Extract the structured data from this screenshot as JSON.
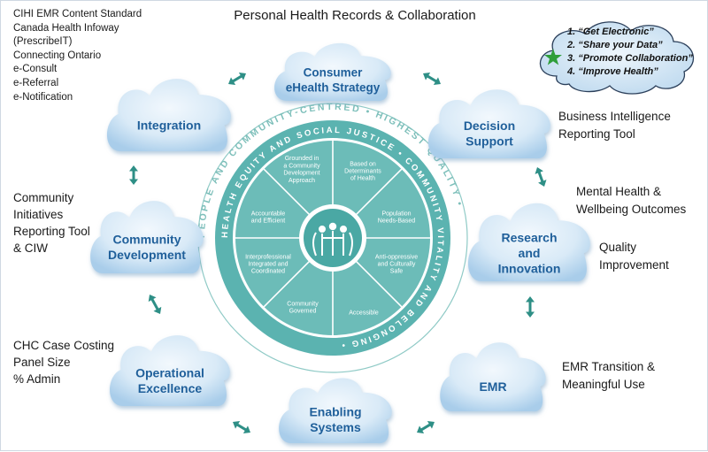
{
  "title": "Personal Health Records & Collaboration",
  "top_left_list": [
    "CIHI EMR Content Standard",
    "Canada Health Infoway",
    "(PrescribeIT)",
    "Connecting Ontario",
    "e-Consult",
    "e-Referral",
    "e-Notification"
  ],
  "legend": {
    "items": [
      "1.  “Get Electronic”",
      "2.  “Share your Data”",
      "3.  “Promote Collaboration”",
      "4.  “Improve Health”"
    ],
    "star_color": "#2e9e3a"
  },
  "clouds": {
    "consumer": [
      "Consumer",
      "eHealth Strategy"
    ],
    "integration": [
      "Integration"
    ],
    "decision": [
      "Decision",
      "Support"
    ],
    "community": [
      "Community",
      "Development"
    ],
    "research": [
      "Research",
      "and",
      "Innovation"
    ],
    "operational": [
      "Operational",
      "Excellence"
    ],
    "emr": [
      "EMR"
    ],
    "enabling": [
      "Enabling",
      "Systems"
    ]
  },
  "annotations": {
    "business": [
      "Business Intelligence",
      "Reporting Tool"
    ],
    "mental": [
      "Mental Health &",
      "Wellbeing Outcomes"
    ],
    "quality": [
      "Quality",
      "Improvement"
    ],
    "community_tools": [
      "Community",
      "Initiatives",
      "Reporting Tool",
      "& CIW"
    ],
    "chc": [
      "CHC Case Costing",
      "Panel Size",
      "% Admin"
    ],
    "emr_transition": [
      "EMR Transition &",
      "Meaningful Use"
    ]
  },
  "wheel": {
    "outer_ring_text": "PEOPLE AND COMMUNITY-CENTRED • HIGHEST QUALITY •",
    "inner_ring_text": "HEALTH EQUITY AND SOCIAL JUSTICE • COMMUNITY VITALITY AND BELONGING •",
    "segments": [
      [
        "Based on",
        "Determinants",
        "of Health"
      ],
      [
        "Population",
        "Needs-Based"
      ],
      [
        "Anti-oppressive",
        "and Culturally",
        "Safe"
      ],
      [
        "Accessible"
      ],
      [
        "Community",
        "Governed"
      ],
      [
        "Interprofessional",
        "Integrated and",
        "Coordinated"
      ],
      [
        "Accountable",
        "and Efficient"
      ],
      [
        "Grounded in",
        "a Community",
        "Development",
        "Approach"
      ]
    ]
  },
  "colors": {
    "cloud_label": "#1f5f9a",
    "wheel_teal": "#5bb3b0",
    "arrow_teal": "#2e8f86"
  }
}
